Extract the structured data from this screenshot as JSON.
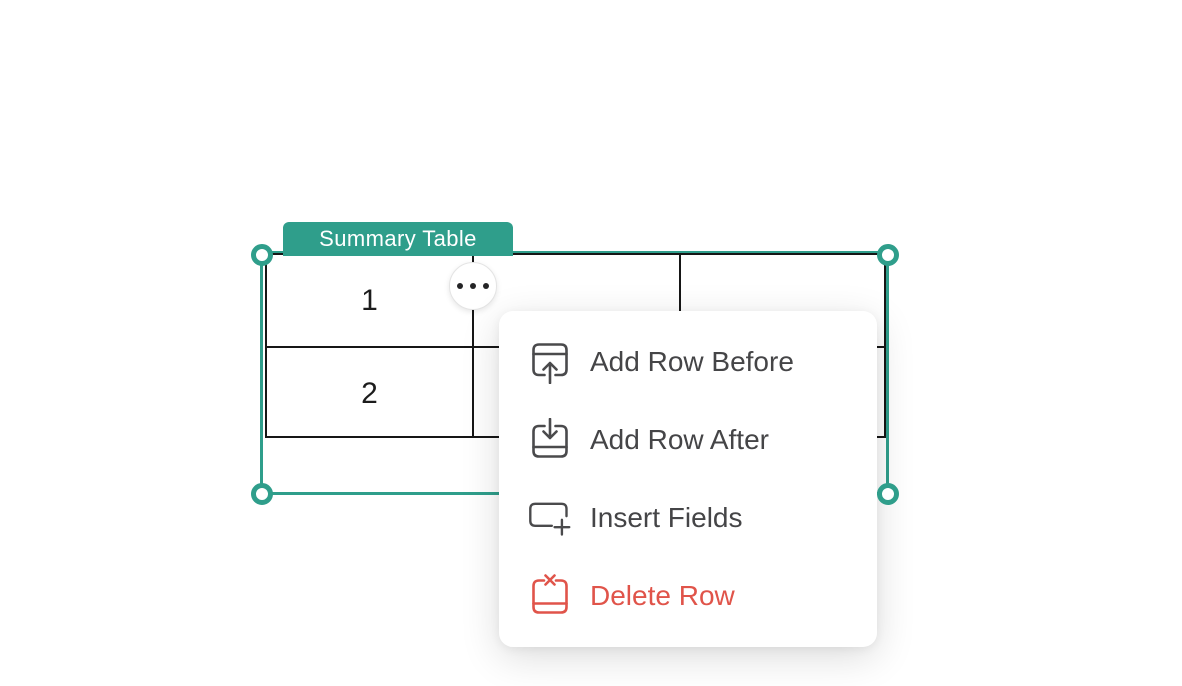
{
  "app": {
    "background": "#ffffff"
  },
  "colors": {
    "accent_teal": "#2f9e8b",
    "table_border": "#161616",
    "menu_text": "#454547",
    "danger_red": "#e0544a",
    "menu_background": "#ffffff"
  },
  "table_label": {
    "text": "Summary Table"
  },
  "table": {
    "columns": 3,
    "rows": [
      {
        "label": "1"
      },
      {
        "label": "2"
      }
    ]
  },
  "row_menu_button": {
    "icon": "ellipsis-icon"
  },
  "context_menu": {
    "items": [
      {
        "label": "Add Row Before",
        "icon": "add-row-before-icon"
      },
      {
        "label": "Add Row After",
        "icon": "add-row-after-icon"
      },
      {
        "label": "Insert Fields",
        "icon": "insert-fields-icon"
      },
      {
        "label": "Delete Row",
        "icon": "delete-row-icon",
        "danger": true
      }
    ]
  }
}
